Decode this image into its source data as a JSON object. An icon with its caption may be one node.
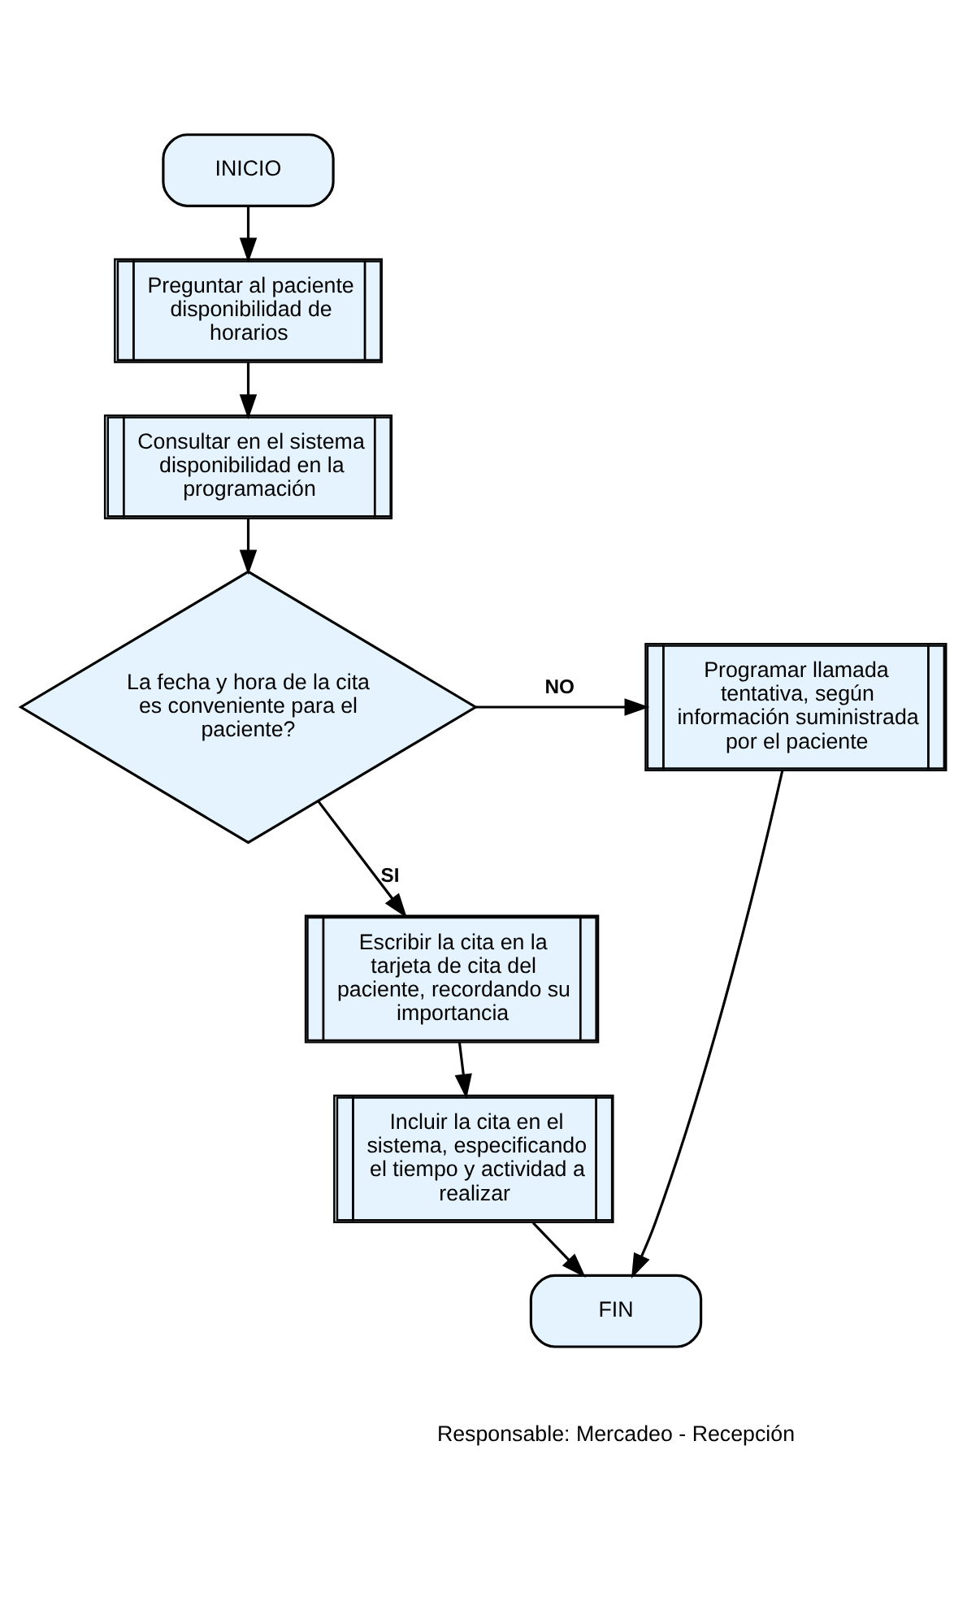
{
  "diagram": {
    "nodes": [
      {
        "text": [
          "INICIO"
        ]
      },
      {
        "text": [
          "Preguntar al paciente disponibilidad de horarios"
        ]
      },
      {
        "text": [
          "Consultar en el sistema disponibilidad en la programación"
        ]
      },
      {
        "text": [
          "La fecha y hora de la cita es conveniente para el paciente?"
        ]
      },
      {
        "text": [
          "Programar llamada tentativa, según información suministrada por el paciente"
        ]
      },
      {
        "text": [
          "Escribir la cita en la tarjeta de cita del paciente, recordando su importancia"
        ]
      },
      {
        "text": [
          "Incluir la cita en el sistema, especificando el tiempo y actividad a realizar"
        ]
      },
      {
        "text": [
          "FIN"
        ]
      }
    ],
    "edges": [
      {
        "from": 0,
        "to": 1,
        "arrow": "to"
      },
      {
        "from": 1,
        "to": 2,
        "arrow": "to"
      },
      {
        "from": 2,
        "to": 3,
        "arrow": "to"
      },
      {
        "from": 3,
        "to": 4,
        "arrow": "to",
        "label": "NO"
      },
      {
        "from": 3,
        "to": 5,
        "arrow": "to",
        "label": "SI"
      },
      {
        "from": 5,
        "to": 6,
        "arrow": "to"
      },
      {
        "from": 6,
        "to": 7,
        "arrow": "to"
      },
      {
        "from": 4,
        "to": 7,
        "arrow": "to"
      }
    ],
    "labels": [
      "Responsable: Mercadeo - Recepción"
    ]
  }
}
